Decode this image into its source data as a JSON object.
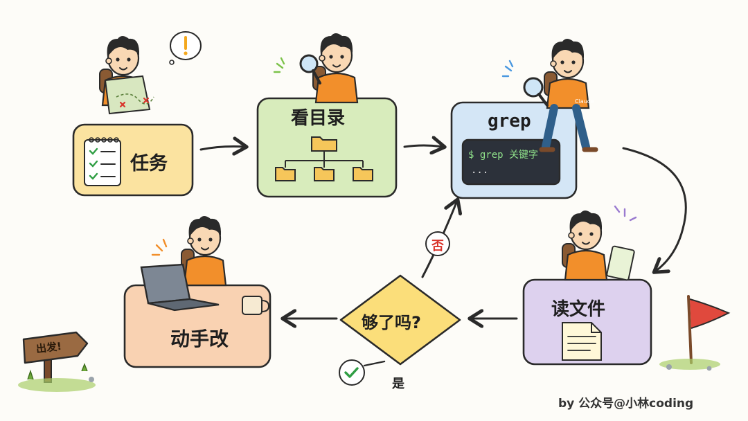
{
  "nodes": {
    "task": {
      "label": "任务",
      "fill": "#fbe3a0"
    },
    "browse": {
      "label": "看目录",
      "fill": "#d8ecbc"
    },
    "grep": {
      "label": "grep",
      "fill": "#d4e6f6",
      "cmd": "$ grep 关键字",
      "cmd_cont": "..."
    },
    "read": {
      "label": "读文件",
      "fill": "#ddd1ee"
    },
    "decide": {
      "label": "够了吗?",
      "fill": "#fbde7a"
    },
    "edit": {
      "label": "动手改",
      "fill": "#f9d2b2"
    }
  },
  "branches": {
    "no": "否",
    "yes": "是"
  },
  "signs": {
    "start": "出发!"
  },
  "badges": {
    "character": "Claude"
  },
  "credit": "by 公众号@小林coding",
  "colors": {
    "accent": "#f28f2b",
    "no": "#d9342b",
    "yes": "#2f9e44",
    "terminal": "#2c313a",
    "terminal_text": "#8fe08a"
  }
}
